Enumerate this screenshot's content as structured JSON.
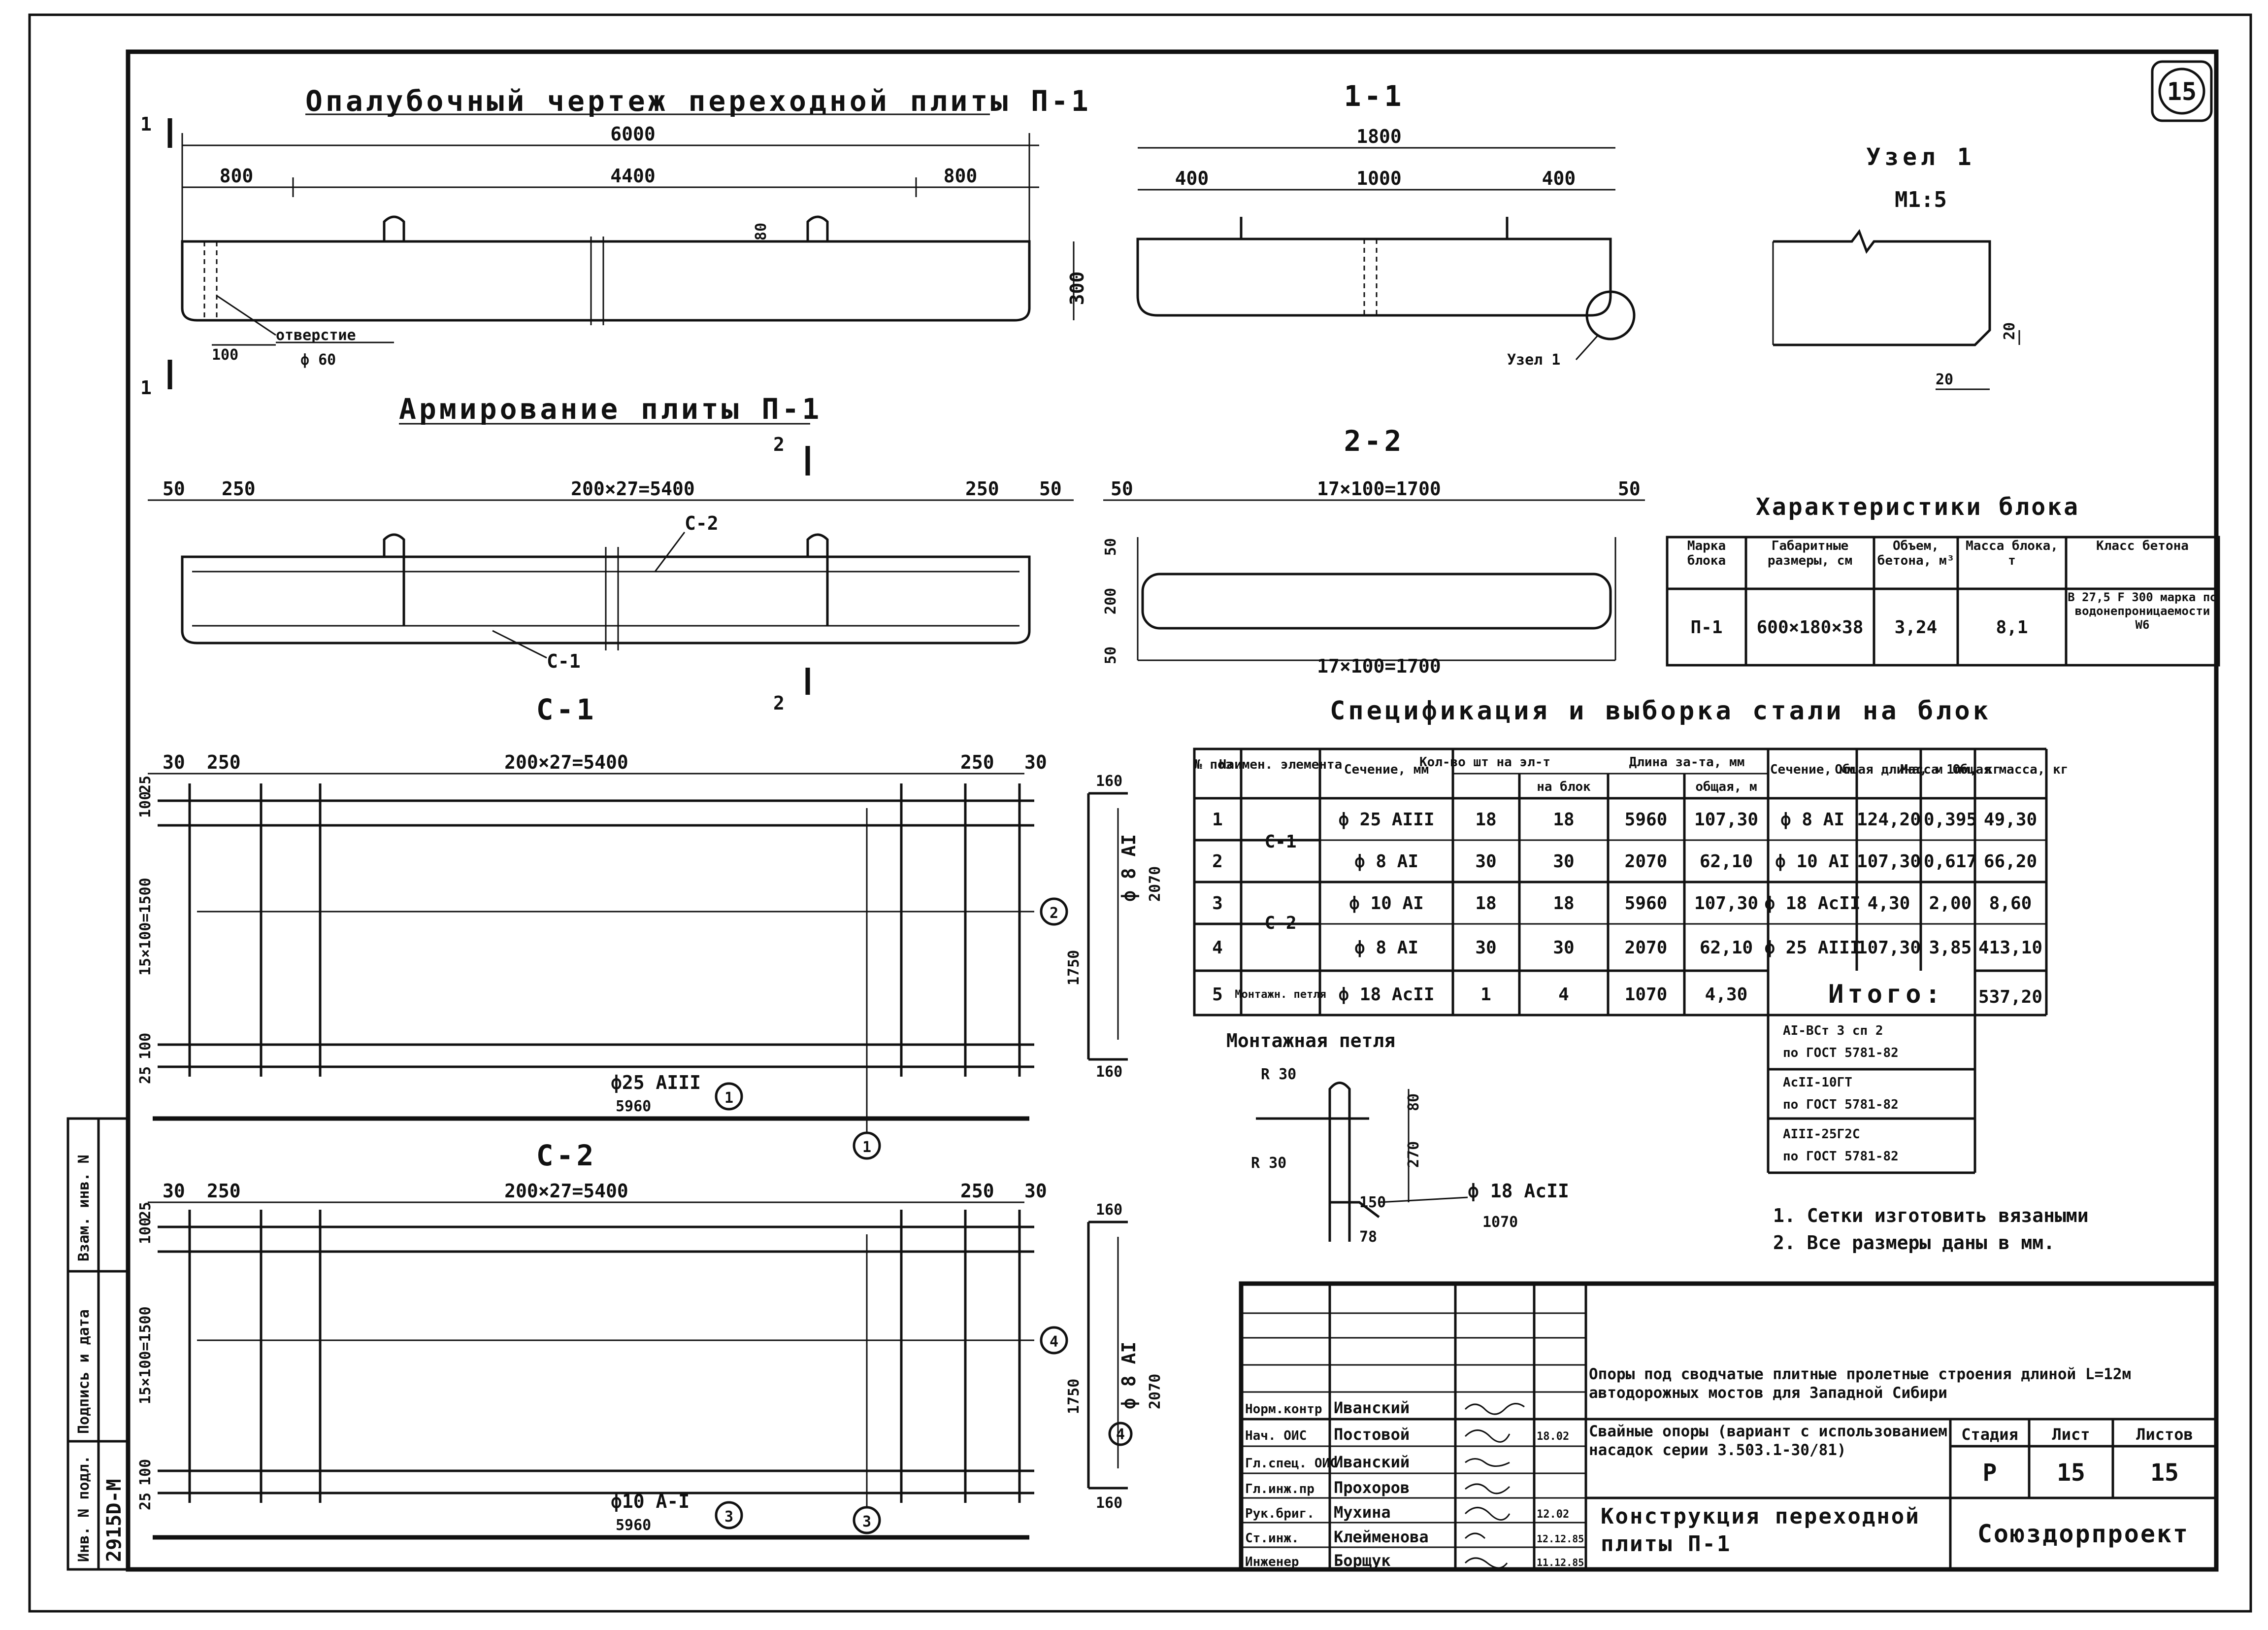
{
  "sheet_no_badge": "15",
  "formwork": {
    "title": "Опалубочный чертеж переходной плиты П-1",
    "overall": "6000",
    "left": "800",
    "mid": "4400",
    "right": "800",
    "lug_h": "80",
    "height": "300",
    "edge": "100",
    "hole_label": "отверстие",
    "hole_dia": "ф 60",
    "cut_mark": "1"
  },
  "section11": {
    "title": "1-1",
    "overall": "1800",
    "left": "400",
    "mid": "1000",
    "right": "400",
    "node_label": "Узел 1"
  },
  "node1": {
    "title": "Узел 1",
    "scale": "М1:5",
    "dim_v": "20",
    "dim_h": "20"
  },
  "reinf": {
    "title": "Армирование плиты П-1",
    "d_left": "50",
    "d_left2": "250",
    "d_mid": "200×27=5400",
    "d_right2": "250",
    "d_right": "50",
    "c2": "С-2",
    "c1": "С-1",
    "cut_mark": "2"
  },
  "section22": {
    "title": "2-2",
    "d_left": "50",
    "d_mid": "17×100=1700",
    "d_right": "50",
    "v1": "50",
    "v2": "200",
    "v3": "50"
  },
  "block_table": {
    "title": "Характеристики блока",
    "headers": [
      "Марка блока",
      "Габаритные размеры, см",
      "Объем, бетона, м³",
      "Масса блока, т",
      "Класс бетона"
    ],
    "row": [
      "П-1",
      "600×180×38",
      "3,24",
      "8,1",
      "В 27,5  F 300 марка по водонепроницаемости W6"
    ]
  },
  "spec": {
    "title": "Спецификация и выборка стали на блок",
    "headers": [
      "№ поз.",
      "Наимен. элемента",
      "Сечение, мм",
      "Кол-во шт на эл-т",
      "на блок",
      "Длина за-та, мм",
      "общая, м"
    ],
    "rows": [
      [
        "1",
        "С-1",
        "ф 25 АIII",
        "18",
        "18",
        "5960",
        "107,30"
      ],
      [
        "2",
        "",
        "ф 8 АI",
        "30",
        "30",
        "2070",
        "62,10"
      ],
      [
        "3",
        "С-2",
        "ф 10 АI",
        "18",
        "18",
        "5960",
        "107,30"
      ],
      [
        "4",
        "",
        "ф 8 АI",
        "30",
        "30",
        "2070",
        "62,10"
      ],
      [
        "5",
        "Монтажн. петля",
        "ф 18 АсII",
        "1",
        "4",
        "1070",
        "4,30"
      ]
    ],
    "sel_headers": [
      "Сечение, мм",
      "Общая длина, м",
      "Масса 1пм, кг",
      "Общая масса, кг"
    ],
    "sel_rows": [
      [
        "ф 8 АI",
        "124,20",
        "0,395",
        "49,30"
      ],
      [
        "ф 10 АI",
        "107,30",
        "0,617",
        "66,20"
      ],
      [
        "ф 18 АсII",
        "4,30",
        "2,00",
        "8,60"
      ],
      [
        "ф 25 АIII",
        "107,30",
        "3,85",
        "413,10"
      ]
    ],
    "total_label": "Итого:",
    "total": "537,20",
    "notes": [
      "АI-ВСт 3 сп 2",
      "по ГОСТ 5781-82",
      "АсII-10ГТ",
      "по ГОСТ 5781-82",
      "АIII-25Г2С",
      "по ГОСТ 5781-82"
    ]
  },
  "loop": {
    "title": "Монтажная петля",
    "r1": "R 30",
    "r2": "R 30",
    "d80": "80",
    "d270": "270",
    "d150": "150",
    "d78": "78",
    "bar": "ф 18 АсII",
    "len": "1070"
  },
  "remarks": [
    "1. Сетки изготовить вязаными",
    "2. Все размеры даны в мм."
  ],
  "mesh_c1": {
    "title": "С-1",
    "d30": "30",
    "d250": "250",
    "dmid": "200×27=5400",
    "d250r": "250",
    "d30r": "30",
    "v25": "25",
    "v100": "100",
    "v1500": "15×100=1500",
    "bar_label": "ф25 АIII",
    "bar_len": "5960",
    "pos1": "1",
    "pos2": "2",
    "side_top": "160",
    "side_bar": "ф 8 АI",
    "side_len": "2070",
    "side_1750": "1750",
    "side_bot": "160"
  },
  "mesh_c2": {
    "title": "С-2",
    "d30": "30",
    "d250": "250",
    "dmid": "200×27=5400",
    "d250r": "250",
    "d30r": "30",
    "v25": "25",
    "v100": "100",
    "v1500": "15×100=1500",
    "bar_label": "ф10 А-I",
    "bar_len": "5960",
    "pos3": "3",
    "pos4": "4",
    "side_top": "160",
    "side_bar": "ф 8 АI",
    "side_len": "2070",
    "side_1750": "1750",
    "side_bot": "160"
  },
  "left_strip": [
    "Инв. N подл.",
    "Подпись и дата",
    "Взам. инв. N"
  ],
  "inv_no": "2915D-M",
  "title_block": {
    "roles": [
      "Норм.контр",
      "Нач. ОИС",
      "Гл.спец. ОИС",
      "Гл.инж.пр",
      "Рук.бриг.",
      "Ст.инж.",
      "Инженер"
    ],
    "names": [
      "Иванский",
      "Постовой",
      "Иванский",
      "Прохоров",
      "Мухина",
      "Клейменова",
      "Борщук"
    ],
    "dates": [
      "",
      "18.02",
      "",
      "",
      "12.02",
      "12.12.85",
      "11.12.85"
    ],
    "project": "Опоры под сводчатые плитные пролетные строения длиной L=12м автодорожных мостов для Западной Сибири",
    "part": "Свайные опоры (вариант с использованием насадок серии 3.503.1-30/81)",
    "sheet_title": "Конструкция переходной плиты П-1",
    "stage_h": "Стадия",
    "sheet_h": "Лист",
    "sheets_h": "Листов",
    "stage": "Р",
    "sheet": "15",
    "sheets": "15",
    "org": "Союздорпроект"
  }
}
